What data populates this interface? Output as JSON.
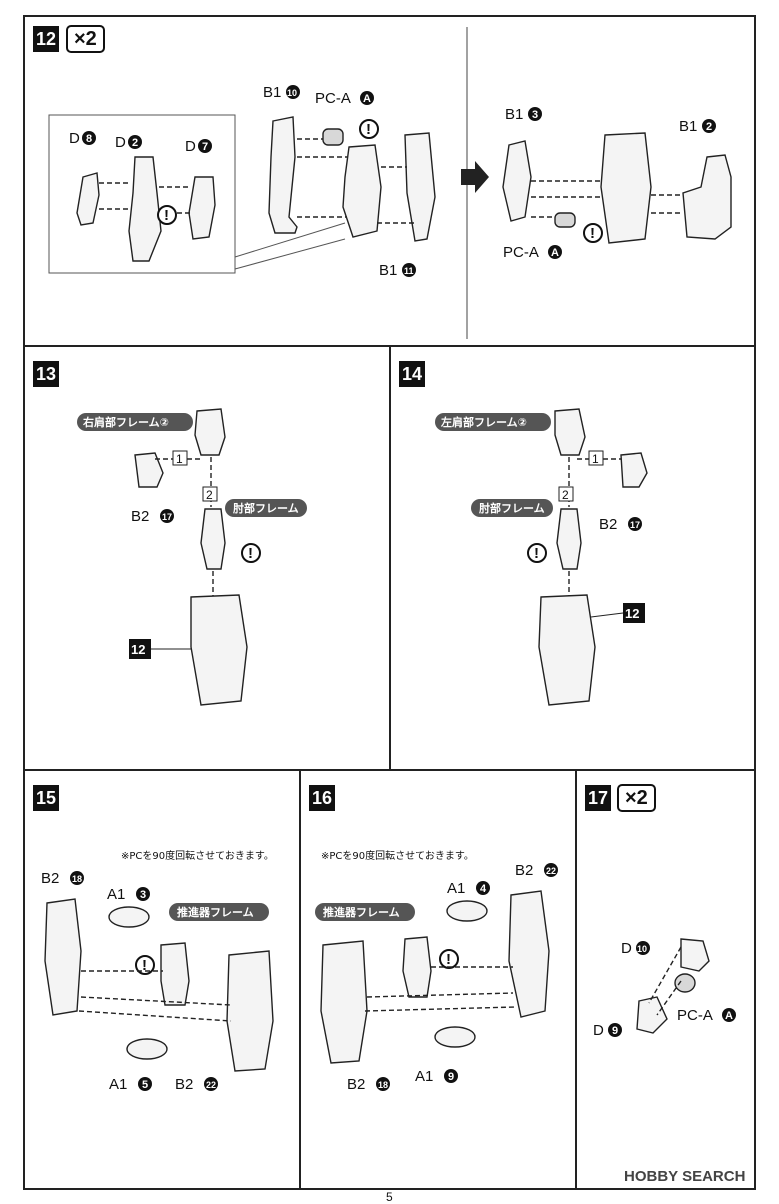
{
  "step12": {
    "num": "12",
    "mult": "×2",
    "labels": {
      "d8": "D",
      "d2": "D",
      "d7": "D",
      "b1_10": "B1",
      "pca_top": "PC-A",
      "b1_11": "B1",
      "b1_3": "B1",
      "b1_2": "B1",
      "pca_bot": "PC-A"
    },
    "badges": {
      "d8": "8",
      "d2": "2",
      "d7": "7",
      "b1_10": "10",
      "pca_top": "A",
      "b1_11": "11",
      "b1_3": "3",
      "b1_2": "2",
      "pca_bot": "A"
    }
  },
  "step13": {
    "num": "13",
    "frame_label": "右肩部フレーム②",
    "elbow_label": "肘部フレーム",
    "b2": "B2",
    "b2_badge": "17",
    "ref": "12",
    "seq1": "1",
    "seq2": "2"
  },
  "step14": {
    "num": "14",
    "frame_label": "左肩部フレーム②",
    "elbow_label": "肘部フレーム",
    "b2": "B2",
    "b2_badge": "17",
    "ref": "12",
    "seq1": "1",
    "seq2": "2"
  },
  "step15": {
    "num": "15",
    "note": "※PCを90度回転させておきます。",
    "thruster": "推進器フレーム",
    "b2_top": "B2",
    "b2_top_badge": "18",
    "a1_top": "A1",
    "a1_top_badge": "3",
    "a1_bot": "A1",
    "a1_bot_badge": "5",
    "b2_bot": "B2",
    "b2_bot_badge": "22"
  },
  "step16": {
    "num": "16",
    "note": "※PCを90度回転させておきます。",
    "thruster": "推進器フレーム",
    "b2_top": "B2",
    "b2_top_badge": "22",
    "a1_top": "A1",
    "a1_top_badge": "4",
    "a1_bot": "A1",
    "a1_bot_badge": "9",
    "b2_bot": "B2",
    "b2_bot_badge": "18"
  },
  "step17": {
    "num": "17",
    "mult": "×2",
    "d10": "D",
    "d10_badge": "10",
    "pca": "PC-A",
    "pca_badge": "A",
    "d9": "D",
    "d9_badge": "9"
  },
  "page_number": "5",
  "watermark": "HOBBY SEARCH",
  "colors": {
    "ink": "#111111",
    "bg": "#ffffff",
    "pill": "#555555"
  }
}
